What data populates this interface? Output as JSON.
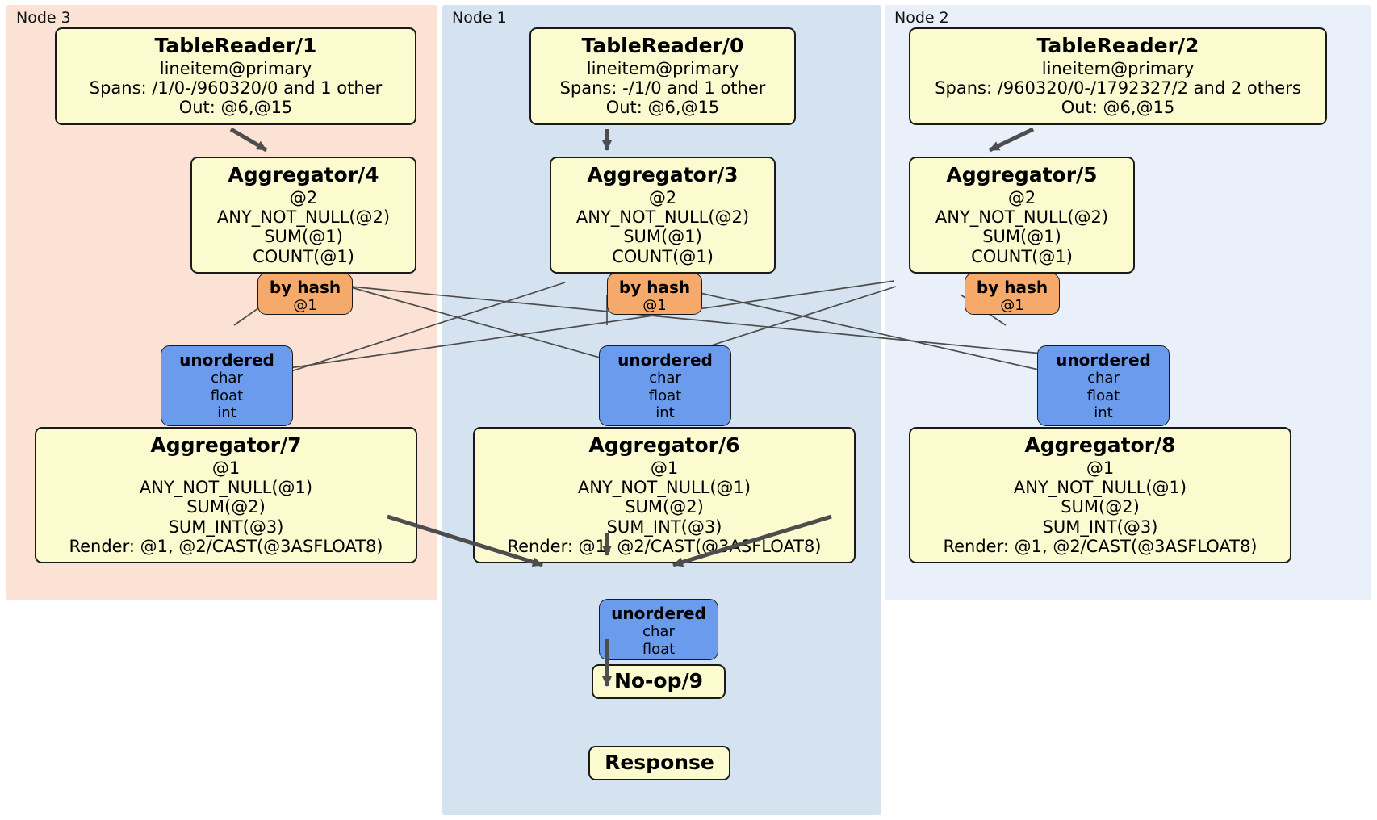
{
  "diagram": {
    "title": "Distributed SQL physical plan",
    "colors": {
      "node3_panel": "#fbe2d5",
      "node1_panel": "#d4e3ef",
      "node2_panel": "#eaf0fa",
      "processor_box": "#fbfbcf",
      "hash_router": "#f5a96a",
      "sync_router": "#6b9bed",
      "edge": "#4d4d4d",
      "border": "#1a1a1a"
    }
  },
  "panels": [
    {
      "id": "node3",
      "label": "Node 3"
    },
    {
      "id": "node1",
      "label": "Node 1"
    },
    {
      "id": "node2",
      "label": "Node 2"
    }
  ],
  "processors": {
    "table_reader_1": {
      "title": "TableReader/1",
      "lines": [
        "lineitem@primary",
        "Spans: /1/0-/960320/0 and 1 other",
        "Out: @6,@15"
      ]
    },
    "table_reader_0": {
      "title": "TableReader/0",
      "lines": [
        "lineitem@primary",
        "Spans: -/1/0 and 1 other",
        "Out: @6,@15"
      ]
    },
    "table_reader_2": {
      "title": "TableReader/2",
      "lines": [
        "lineitem@primary",
        "Spans: /960320/0-/1792327/2 and 2 others",
        "Out: @6,@15"
      ]
    },
    "aggregator_4": {
      "title": "Aggregator/4",
      "lines": [
        "@2",
        "ANY_NOT_NULL(@2)",
        "SUM(@1)",
        "COUNT(@1)"
      ]
    },
    "aggregator_3": {
      "title": "Aggregator/3",
      "lines": [
        "@2",
        "ANY_NOT_NULL(@2)",
        "SUM(@1)",
        "COUNT(@1)"
      ]
    },
    "aggregator_5": {
      "title": "Aggregator/5",
      "lines": [
        "@2",
        "ANY_NOT_NULL(@2)",
        "SUM(@1)",
        "COUNT(@1)"
      ]
    },
    "aggregator_7": {
      "title": "Aggregator/7",
      "lines": [
        "@1",
        "ANY_NOT_NULL(@1)",
        "SUM(@2)",
        "SUM_INT(@3)",
        "Render: @1, @2/CAST(@3ASFLOAT8)"
      ]
    },
    "aggregator_6": {
      "title": "Aggregator/6",
      "lines": [
        "@1",
        "ANY_NOT_NULL(@1)",
        "SUM(@2)",
        "SUM_INT(@3)",
        "Render: @1, @2/CAST(@3ASFLOAT8)"
      ]
    },
    "aggregator_8": {
      "title": "Aggregator/8",
      "lines": [
        "@1",
        "ANY_NOT_NULL(@1)",
        "SUM(@2)",
        "SUM_INT(@3)",
        "Render: @1, @2/CAST(@3ASFLOAT8)"
      ]
    },
    "noop_9": {
      "title": "No-op/9",
      "lines": []
    },
    "response": {
      "title": "Response",
      "lines": []
    }
  },
  "routers": {
    "hash_left": {
      "title": "by hash",
      "lines": [
        "@1"
      ]
    },
    "hash_mid": {
      "title": "by hash",
      "lines": [
        "@1"
      ]
    },
    "hash_right": {
      "title": "by hash",
      "lines": [
        "@1"
      ]
    },
    "sync_left": {
      "title": "unordered",
      "lines": [
        "char",
        "float",
        "int"
      ]
    },
    "sync_mid": {
      "title": "unordered",
      "lines": [
        "char",
        "float",
        "int"
      ]
    },
    "sync_right": {
      "title": "unordered",
      "lines": [
        "char",
        "float",
        "int"
      ]
    },
    "sync_final": {
      "title": "unordered",
      "lines": [
        "char",
        "float"
      ]
    }
  }
}
